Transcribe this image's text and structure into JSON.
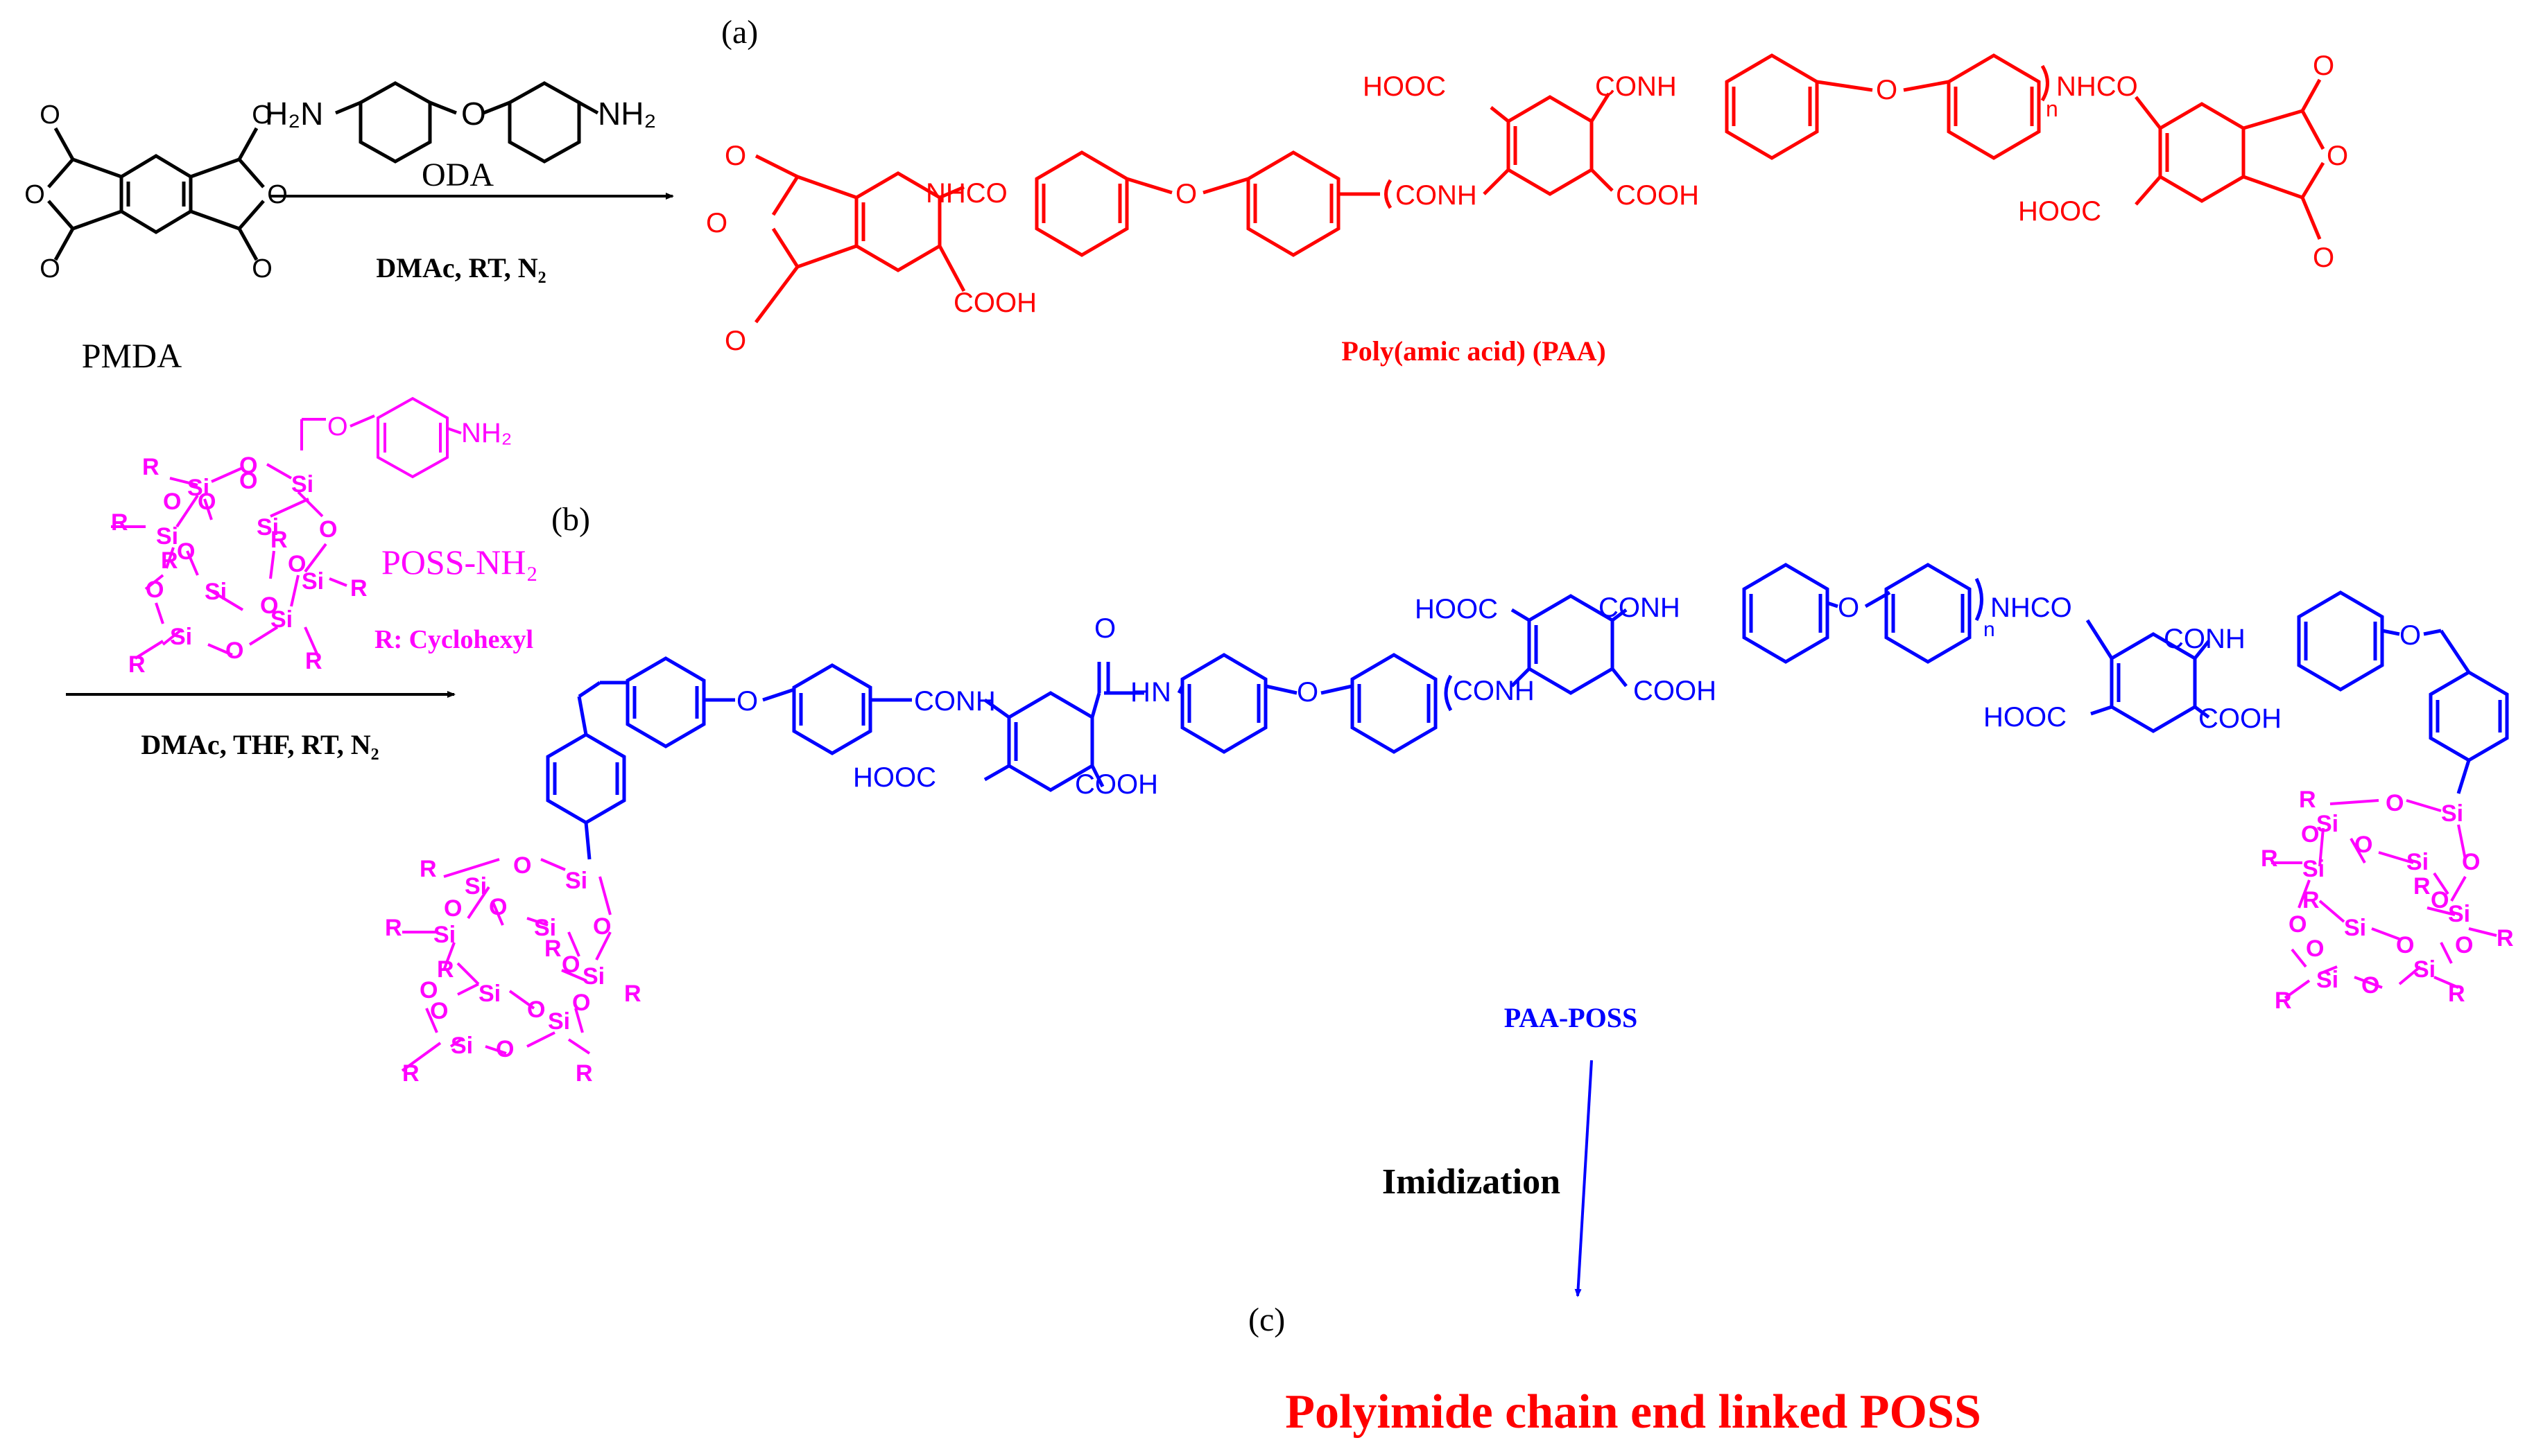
{
  "panels": {
    "a": "(a)",
    "b": "(b)",
    "c": "(c)"
  },
  "reagents": {
    "pmda": "PMDA",
    "oda": "ODA",
    "oda_amine_left": "H₂N",
    "oda_amine_right": "NH₂",
    "conditions_a": "DMAc, RT, N₂",
    "conditions_b": "DMAc, THF, RT, N₂",
    "poss_nh2": "POSS-NH₂",
    "poss_r": "R: Cyclohexyl",
    "poss_amine": "NH₂"
  },
  "products": {
    "paa": "Poly(amic acid) (PAA)",
    "paa_poss": "PAA-POSS",
    "imidization": "Imidization",
    "final": "Polyimide chain end linked POSS"
  },
  "groups": {
    "nhco": "NHCO",
    "conh": "CONH",
    "cooh": "COOH",
    "hooc": "HOOC",
    "o": "O",
    "n": "n",
    "si": "Si",
    "r": "R",
    "nh": "N",
    "h": "H"
  },
  "colors": {
    "reagent": "#000000",
    "paa": "#ff0000",
    "paa_poss": "#0000ff",
    "poss": "#ff00ff",
    "final_title": "#ff0000",
    "imidization_arrow": "#0000ff"
  }
}
